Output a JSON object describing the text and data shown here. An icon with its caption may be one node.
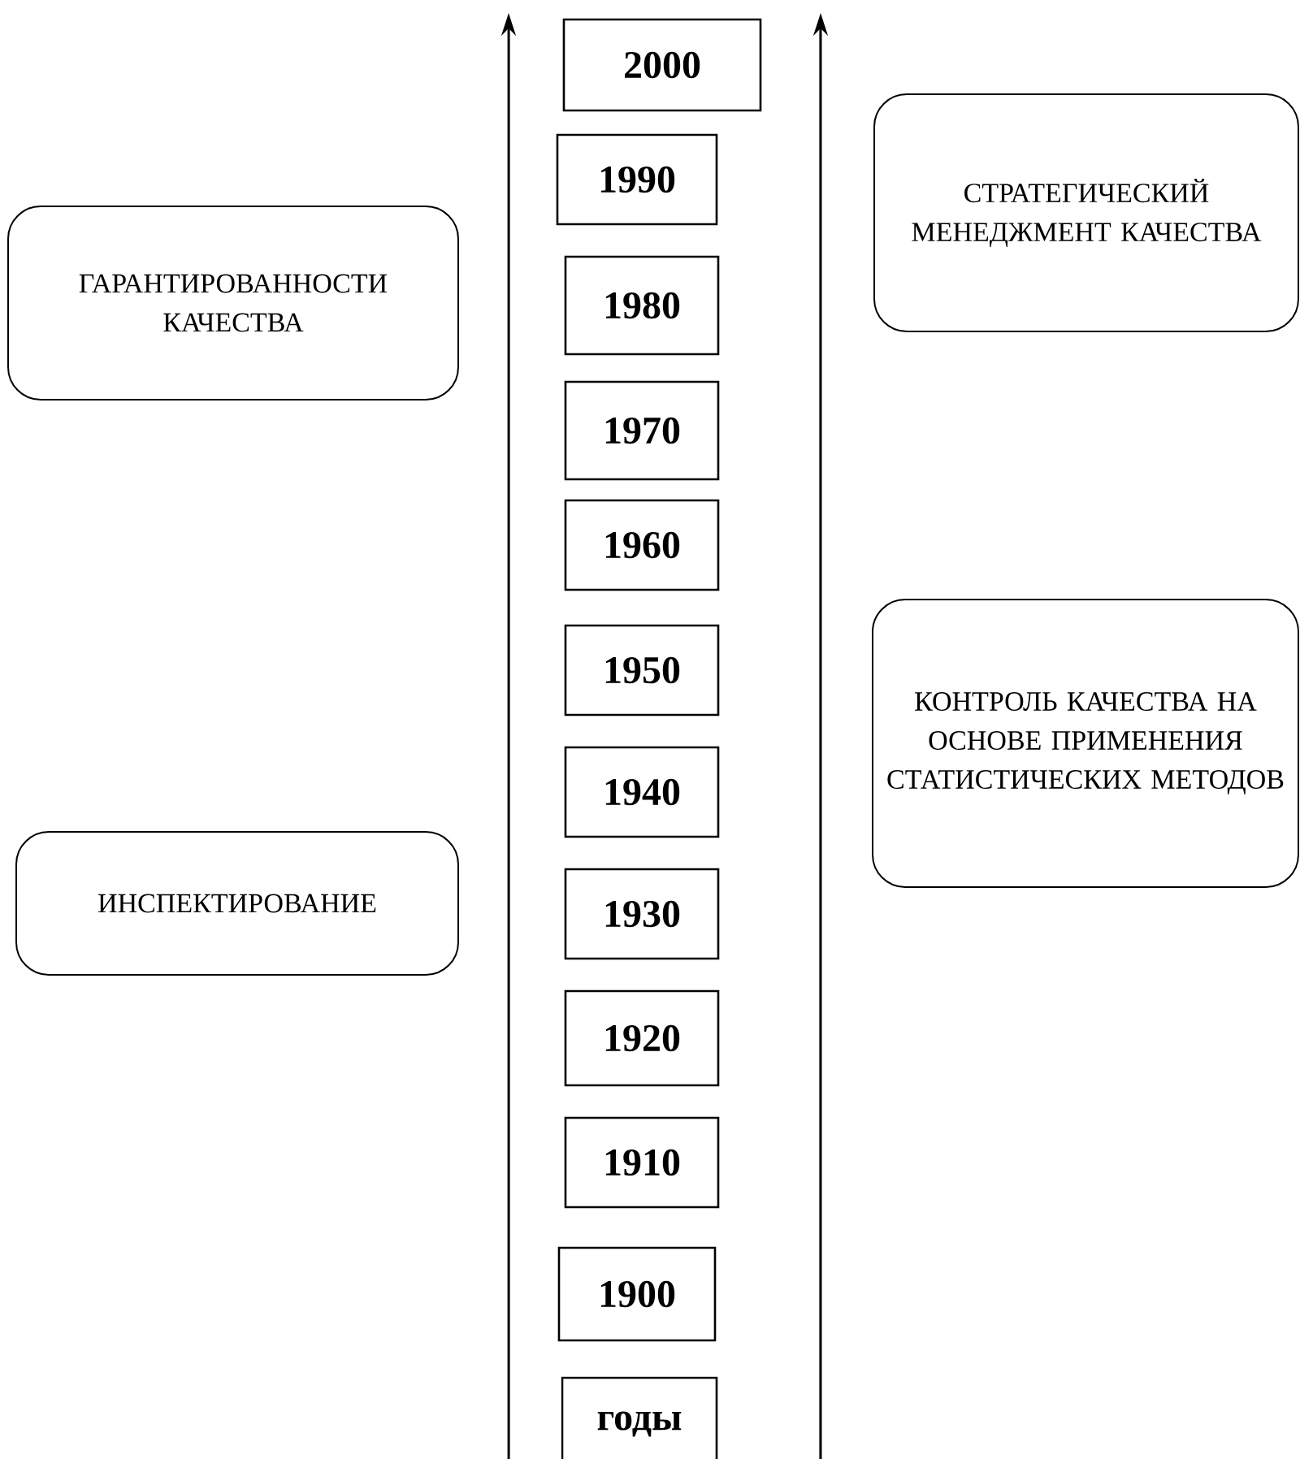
{
  "diagram": {
    "nodes": [
      {
        "text": [
          "2000"
        ]
      },
      {
        "text": [
          "1990"
        ]
      },
      {
        "text": [
          "1980"
        ]
      },
      {
        "text": [
          "1970"
        ]
      },
      {
        "text": [
          "1960"
        ]
      },
      {
        "text": [
          "1950"
        ]
      },
      {
        "text": [
          "1940"
        ]
      },
      {
        "text": [
          "1930"
        ]
      },
      {
        "text": [
          "1920"
        ]
      },
      {
        "text": [
          "1910"
        ]
      },
      {
        "text": [
          "1900"
        ]
      },
      {
        "text": [
          "годы"
        ]
      },
      {
        "text": [
          "ГАРАНТИРОВАННОСТИ КАЧЕСТВА"
        ]
      },
      {
        "text": [
          "ИНСПЕКТИРОВАНИЕ"
        ]
      },
      {
        "text": [
          "СТРАТЕГИЧЕСКИЙ МЕНЕДЖМЕНТ КАЧЕСТВА"
        ]
      },
      {
        "text": [
          "КОНТРОЛЬ КАЧЕСТВА НА ОСНОВЕ ПРИМЕНЕНИЯ СТАТИСТИЧЕСКИХ МЕТОДОВ"
        ]
      }
    ]
  }
}
